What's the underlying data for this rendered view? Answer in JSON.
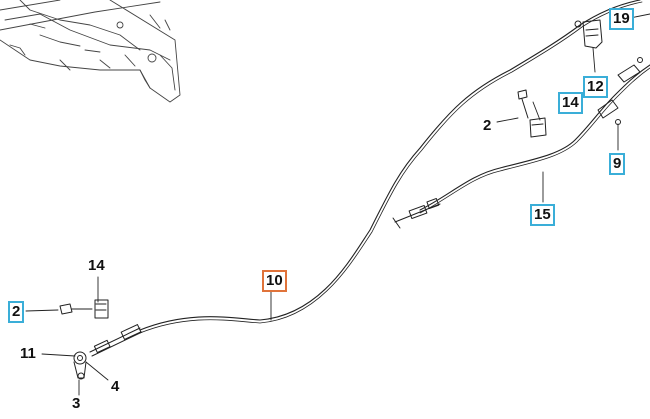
{
  "callouts": {
    "c19": "19",
    "c12": "12",
    "c14_top": "14",
    "c2_top": "2",
    "c9": "9",
    "c15": "15",
    "c10": "10",
    "c14_left": "14",
    "c2_left": "2",
    "c11": "11",
    "c4": "4",
    "c3": "3"
  },
  "colors": {
    "highlight_box": "#3aaed8",
    "main_part_box": "#e0733a",
    "line": "#222222"
  }
}
